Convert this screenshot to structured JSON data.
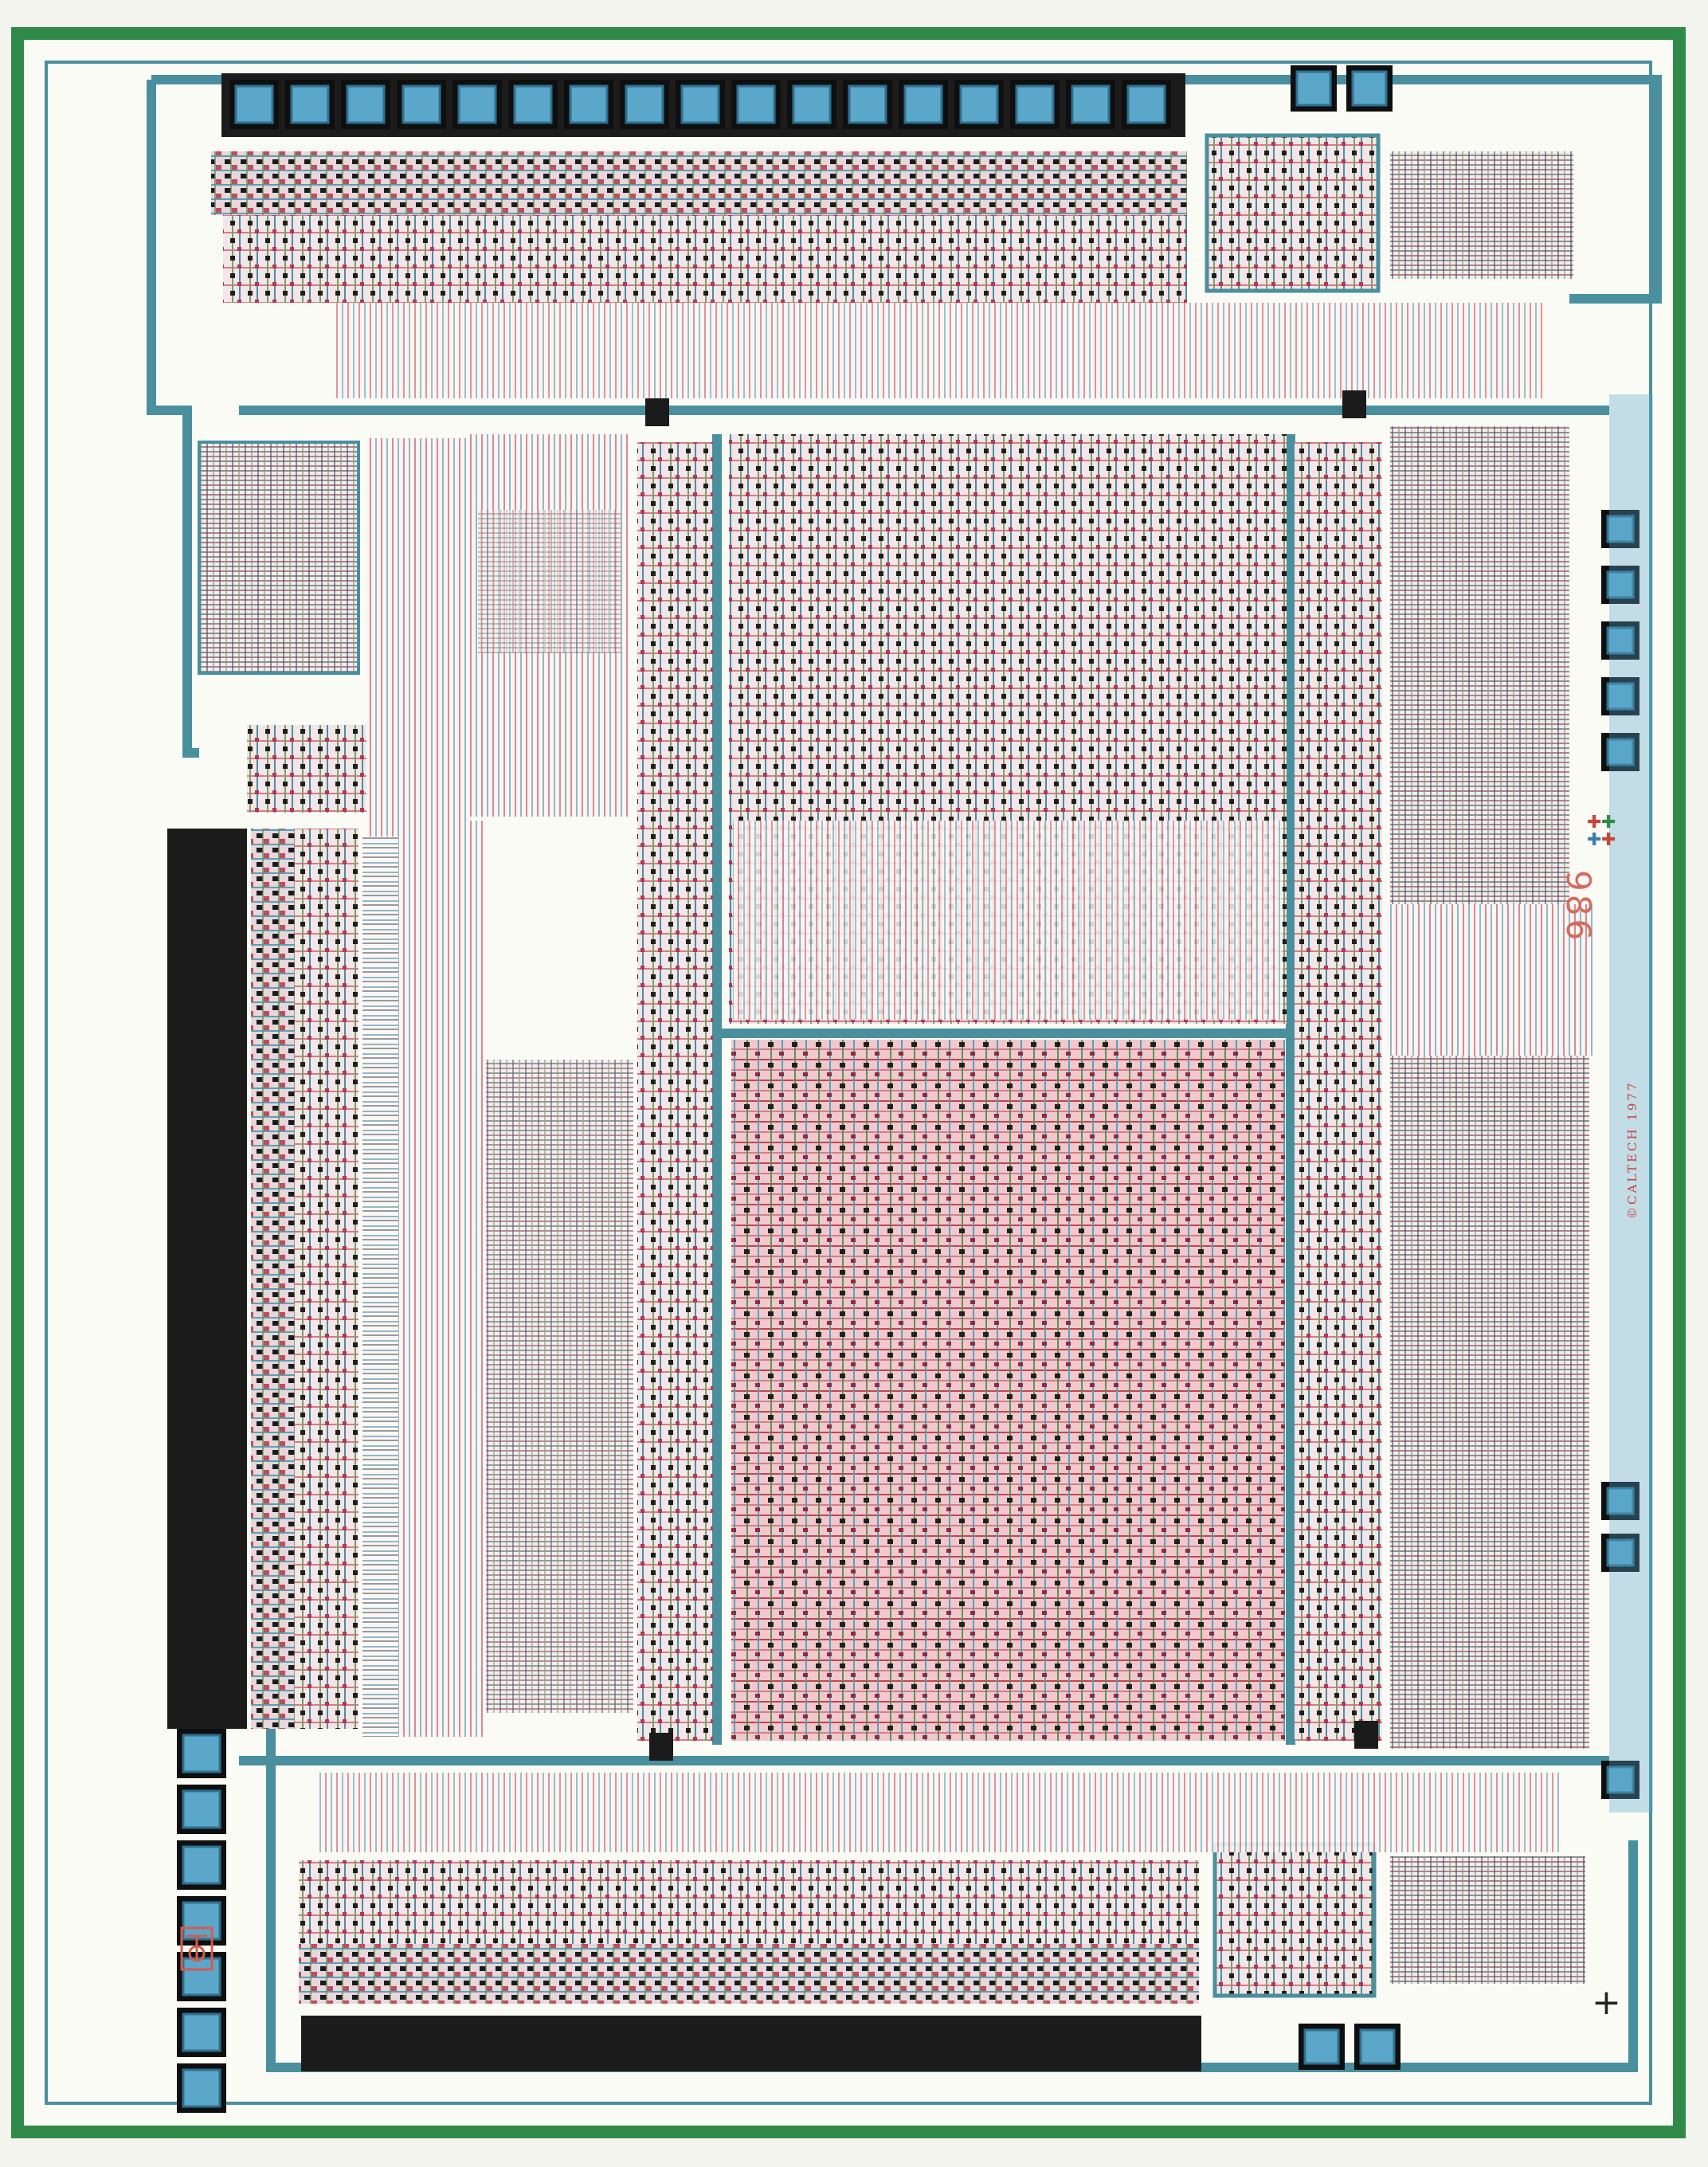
{
  "image": {
    "subject": "chip",
    "colors": {
      "frame_green": "#2f8a4a",
      "metal_blue": "#4a8f9e",
      "poly_red": "#d4707a",
      "diffusion_green": "#5e8c52",
      "contact_black": "#1b1b1b",
      "pad_cyan": "#5aa7c9",
      "background": "#fbfbf6"
    }
  },
  "labels": {
    "part_number": "986",
    "copyright": "©CALTECH 1977",
    "fiducial": "+"
  }
}
